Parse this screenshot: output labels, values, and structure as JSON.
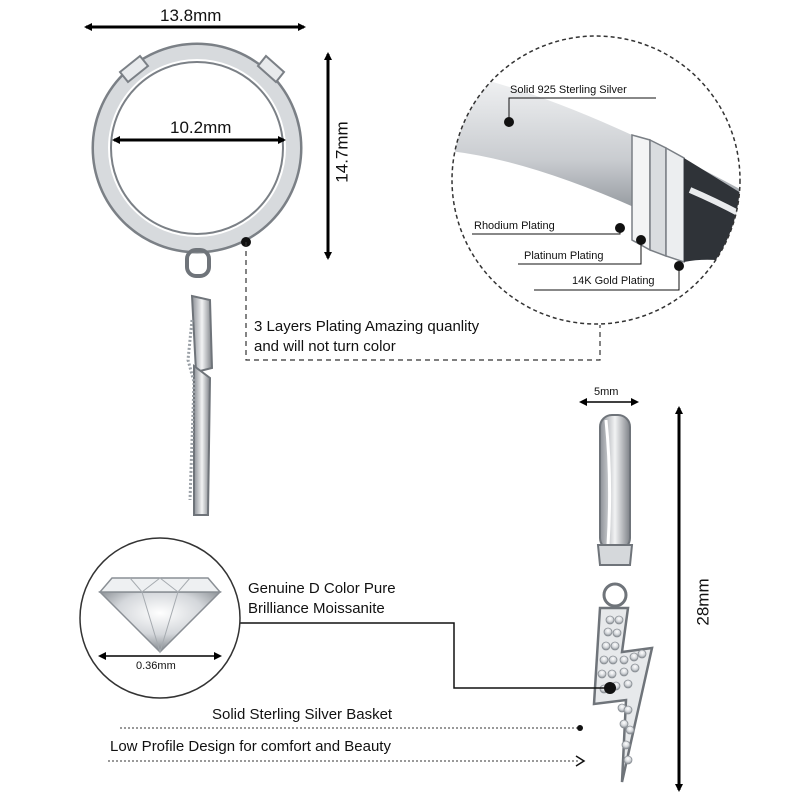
{
  "dimensions": {
    "hoop_outer_width": "13.8mm",
    "hoop_inner_diameter": "10.2mm",
    "hoop_height": "14.7mm",
    "clasp_width": "5mm",
    "total_length": "28mm",
    "stone_size": "0.36mm"
  },
  "plating_layers": {
    "base": "Solid 925 Sterling Silver",
    "layer1": "Rhodium Plating",
    "layer2": "Platinum Plating",
    "layer3": "14K Gold Plating"
  },
  "features": {
    "plating_note_line1": "3 Layers Plating Amazing quanlity",
    "plating_note_line2": "and will not turn color",
    "stone_line1": "Genuine D Color Pure",
    "stone_line2": "Brilliance Moissanite",
    "basket": "Solid Sterling Silver Basket",
    "profile": "Low Profile Design for comfort and Beauty"
  },
  "colors": {
    "ink": "#111111",
    "metal": "#bfc3c8",
    "metal_dark": "#6f747a"
  }
}
